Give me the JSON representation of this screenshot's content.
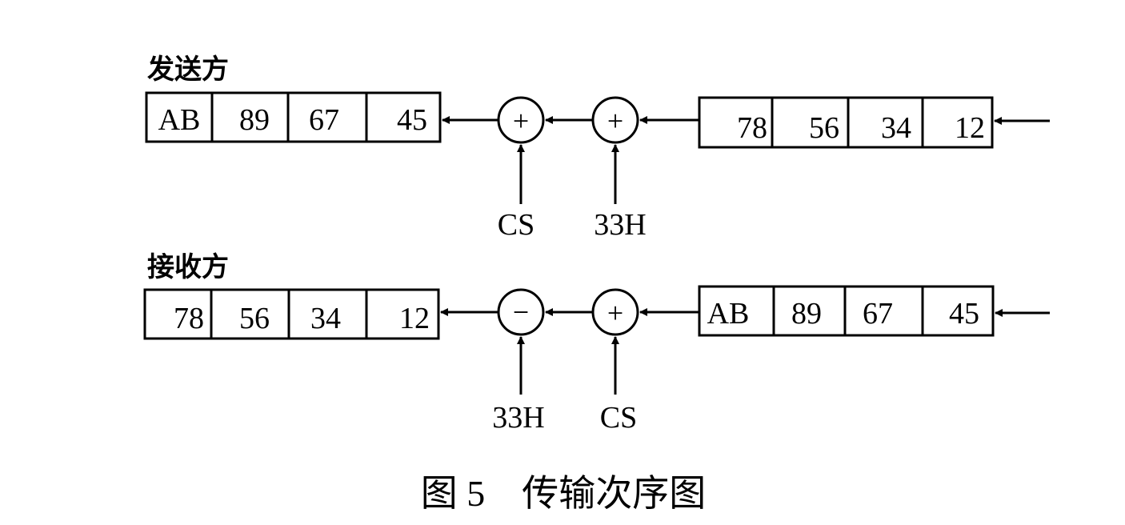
{
  "sender": {
    "label": "发送方",
    "output_bytes": [
      "AB",
      "89",
      "67",
      "45"
    ],
    "input_bytes": [
      "78",
      "56",
      "34",
      "12"
    ],
    "op1": {
      "symbol": "+",
      "operand": "CS"
    },
    "op2": {
      "symbol": "+",
      "operand": "33H"
    }
  },
  "receiver": {
    "label": "接收方",
    "output_bytes": [
      "78",
      "56",
      "34",
      "12"
    ],
    "input_bytes": [
      "AB",
      "89",
      "67",
      "45"
    ],
    "op1": {
      "symbol": "−",
      "operand": "33H"
    },
    "op2": {
      "symbol": "+",
      "operand": "CS"
    }
  },
  "caption": "图 5　传输次序图",
  "colors": {
    "ink": "#000000",
    "paper": "#ffffff"
  }
}
